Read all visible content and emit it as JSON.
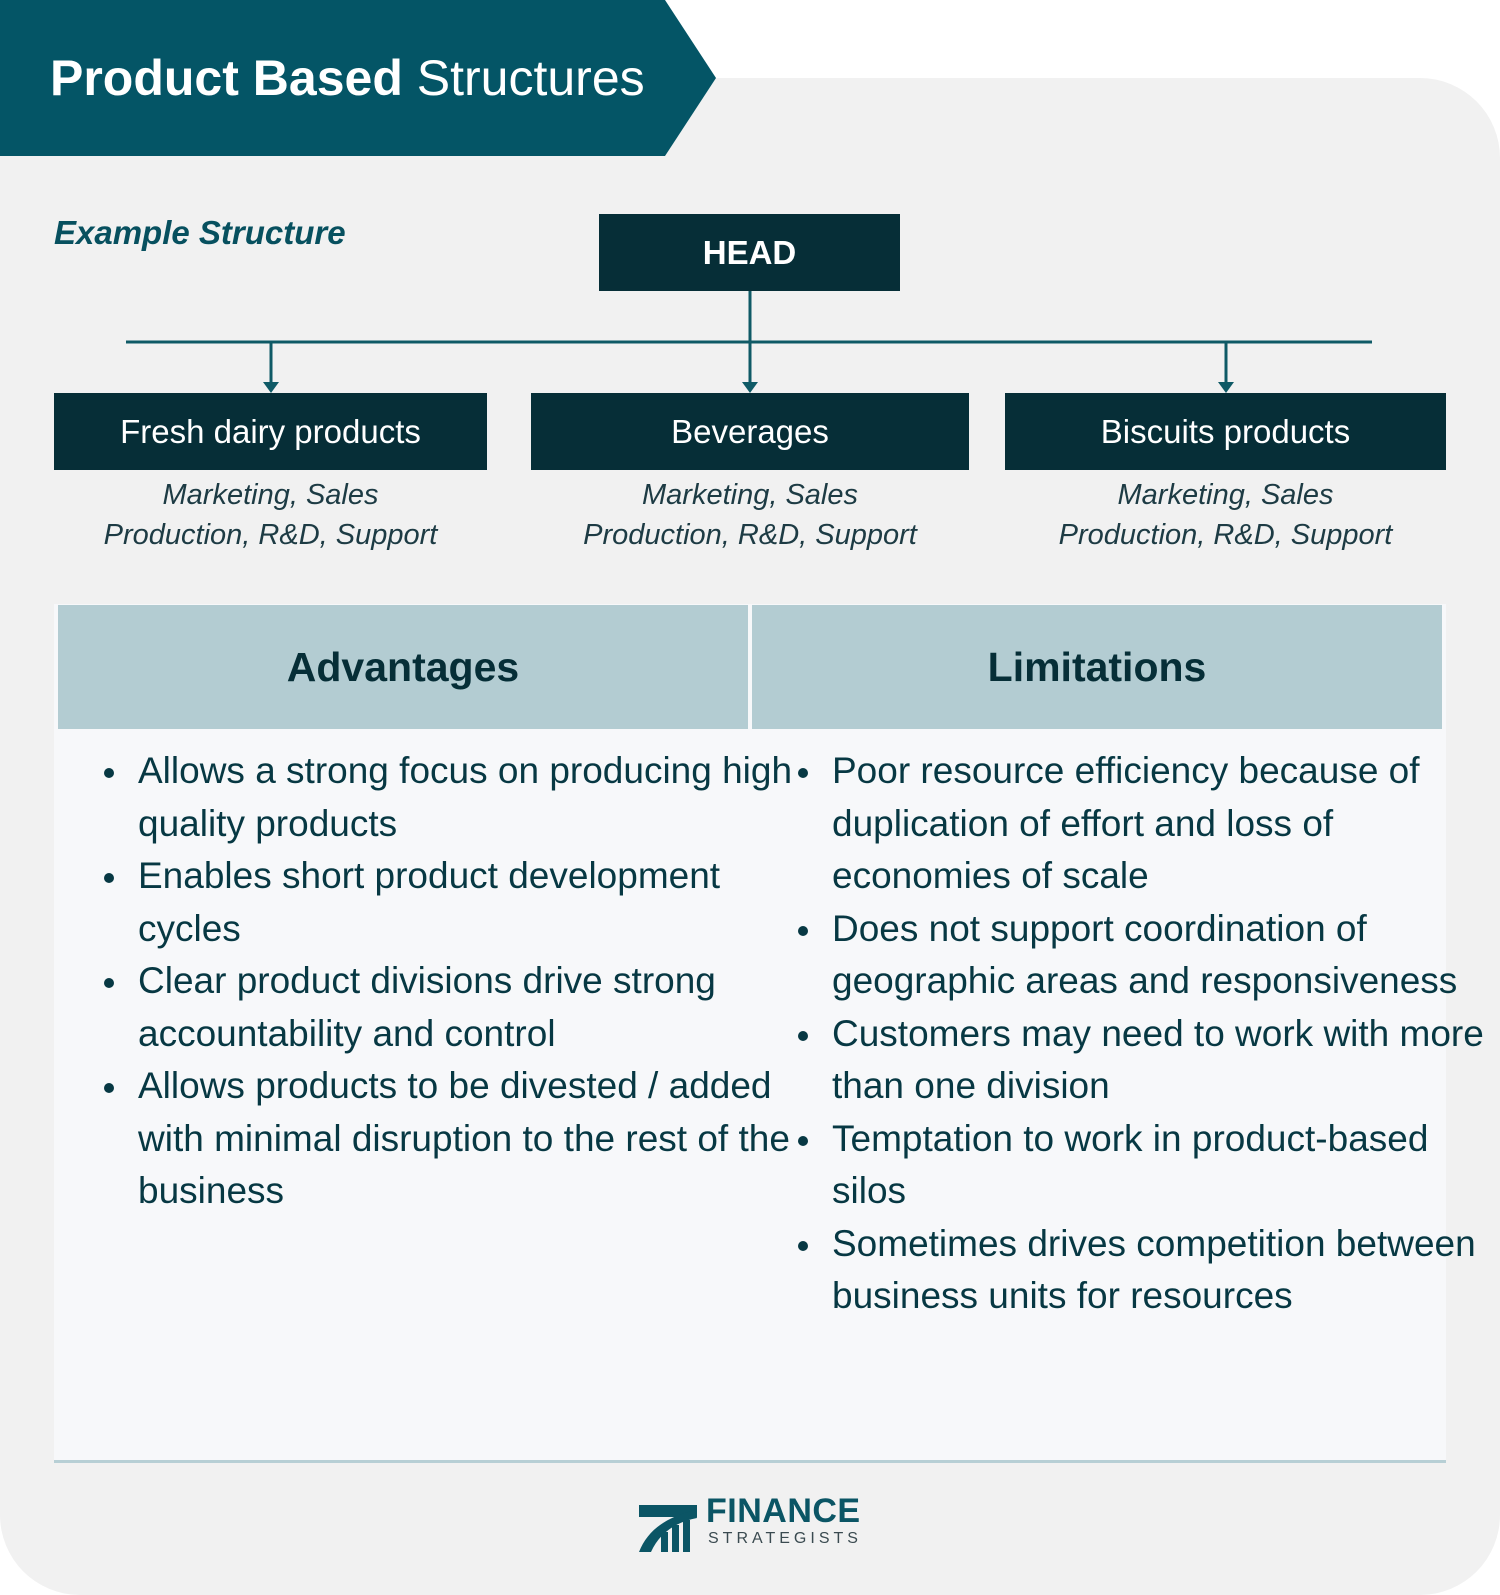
{
  "header": {
    "title_bold": "Product Based",
    "title_rest": "Structures"
  },
  "example_label": "Example Structure",
  "org": {
    "head": "HEAD",
    "divisions": [
      {
        "name": "Fresh dairy products",
        "line1": "Marketing, Sales",
        "line2": "Production, R&D, Support"
      },
      {
        "name": "Beverages",
        "line1": "Marketing, Sales",
        "line2": "Production, R&D, Support"
      },
      {
        "name": "Biscuits products",
        "line1": "Marketing, Sales",
        "line2": "Production, R&D, Support"
      }
    ]
  },
  "table": {
    "advantages": {
      "header": "Advantages",
      "items": [
        "Allows a strong focus on producing high quality products",
        "Enables short product development cycles",
        "Clear product divisions drive strong accountability and control",
        "Allows products to be divested / added with minimal disruption to the rest of the business"
      ]
    },
    "limitations": {
      "header": "Limitations",
      "items": [
        "Poor resource efficiency because of duplication of effort and loss of economies of scale",
        "Does not support coordination of geographic areas and responsiveness",
        "Customers may need to work with more than one division",
        "Temptation to work in product-based silos",
        "Sometimes drives competition between business units for resources"
      ]
    }
  },
  "logo": {
    "line1": "FINANCE",
    "line2": "STRATEGISTS"
  },
  "colors": {
    "banner": "#045566",
    "box": "#062e37",
    "table_header": "#b3ccd2",
    "card": "#f1f1f1"
  }
}
